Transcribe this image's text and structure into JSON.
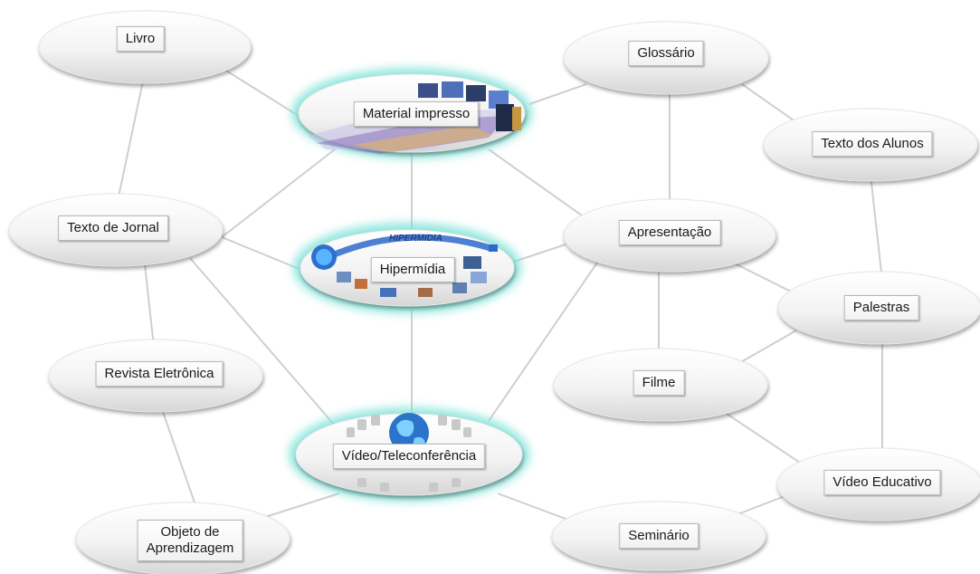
{
  "nodes": {
    "livro": "Livro",
    "material_impresso": "Material impresso",
    "glossario": "Glossário",
    "texto_alunos": "Texto dos Alunos",
    "texto_jornal": "Texto de Jornal",
    "hipermidia": "Hipermídia",
    "hipermidia_banner": "HIPERMIDIA",
    "apresentacao": "Apresentação",
    "palestras": "Palestras",
    "revista": "Revista Eletrônica",
    "filme": "Filme",
    "video_tele": "Vídeo/Teleconferência",
    "video_educativo": "Vídeo Educativo",
    "objeto_line1": "Objeto de",
    "objeto_line2": "Aprendizagem",
    "seminario": "Seminário"
  },
  "colors": {
    "node_fill_top": "#ffffff",
    "node_fill_bottom": "#d9d9d9",
    "highlight_glow": "#7fe3d9",
    "connector": "#cfcfcf"
  }
}
